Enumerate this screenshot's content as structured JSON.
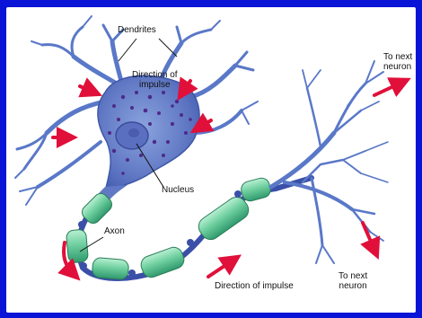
{
  "labels": {
    "dendrites": "Dendrites",
    "direction_top_line1": "Direction of",
    "direction_top_line2": "impulse",
    "to_next_neuron_top_line1": "To next",
    "to_next_neuron_top_line2": "neuron",
    "nucleus": "Nucleus",
    "axon": "Axon",
    "to_next_neuron_bottom_line1": "To next",
    "to_next_neuron_bottom_line2": "neuron",
    "direction_bottom": "Direction of impulse"
  },
  "colors": {
    "background_border": "#0a14d6",
    "cell_body": "#6b86c9",
    "dendrite": "#5a78c8",
    "nucleus_dots": "#4d2a8a",
    "myelin": "#6fcf9f",
    "myelin_dark": "#2f9a6e",
    "node": "#3a4fa8",
    "arrow": "#e0103a"
  }
}
